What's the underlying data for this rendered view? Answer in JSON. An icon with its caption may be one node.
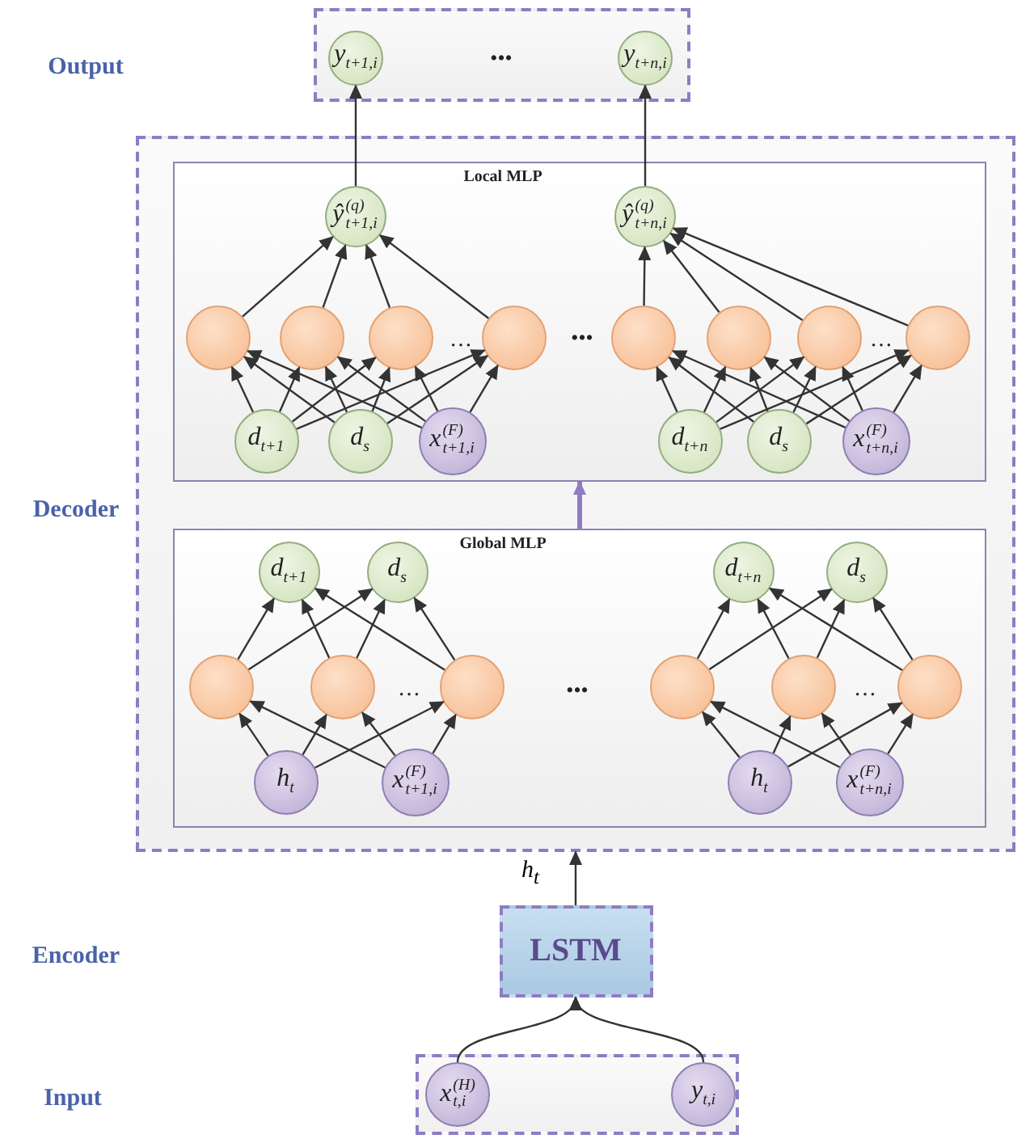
{
  "diagram": {
    "nodes": [
      {
        "text": [],
        "shape": "box"
      },
      {
        "text": [
          "y$_{t+1,i}$"
        ],
        "in": 0
      },
      {
        "text": [
          "y$_{t+n,i}$"
        ],
        "in": 0
      },
      {
        "text": [],
        "shape": "box"
      },
      {
        "text": [
          "Local MLP"
        ],
        "in": 3
      },
      {
        "text": [
          "ŷ$^{(q)}$$_{t+1,i}$"
        ],
        "in": 4
      },
      {
        "text": [
          "ŷ$^{(q)}$$_{t+n,i}$"
        ],
        "in": 4
      },
      {
        "text": [],
        "shape": "circle",
        "in": 4
      },
      {
        "text": [],
        "shape": "circle",
        "in": 4
      },
      {
        "text": [],
        "shape": "circle",
        "in": 4
      },
      {
        "text": [],
        "shape": "circle",
        "in": 4
      },
      {
        "text": [],
        "shape": "circle",
        "in": 4
      },
      {
        "text": [],
        "shape": "circle",
        "in": 4
      },
      {
        "text": [],
        "shape": "circle",
        "in": 4
      },
      {
        "text": [],
        "shape": "circle",
        "in": 4
      },
      {
        "text": [
          "d$_{t+1}$"
        ],
        "in": 4
      },
      {
        "text": [
          "d$_{s}$"
        ],
        "in": 4
      },
      {
        "text": [
          "x$^{(F)}$$_{t+1,i}$"
        ],
        "in": 4
      },
      {
        "text": [
          "d$_{t+n}$"
        ],
        "in": 4
      },
      {
        "text": [
          "d$_{s}$"
        ],
        "in": 4
      },
      {
        "text": [
          "x$^{(F)}$$_{t+n,i}$"
        ],
        "in": 4
      },
      {
        "text": [
          "Global MLP"
        ],
        "in": 3
      },
      {
        "text": [
          "d$_{t+1}$"
        ],
        "in": 21
      },
      {
        "text": [
          "d$_{s}$"
        ],
        "in": 21
      },
      {
        "text": [
          "d$_{t+n}$"
        ],
        "in": 21
      },
      {
        "text": [
          "d$_{s}$"
        ],
        "in": 21
      },
      {
        "text": [],
        "shape": "circle",
        "in": 21
      },
      {
        "text": [],
        "shape": "circle",
        "in": 21
      },
      {
        "text": [],
        "shape": "circle",
        "in": 21
      },
      {
        "text": [],
        "shape": "circle",
        "in": 21
      },
      {
        "text": [],
        "shape": "circle",
        "in": 21
      },
      {
        "text": [],
        "shape": "circle",
        "in": 21
      },
      {
        "text": [
          "h$_{t}$"
        ],
        "in": 21
      },
      {
        "text": [
          "x$^{(F)}$$_{t+1,i}$"
        ],
        "in": 21
      },
      {
        "text": [
          "h$_{t}$"
        ],
        "in": 21
      },
      {
        "text": [
          "x$^{(F)}$$_{t+n,i}$"
        ],
        "in": 21
      },
      {
        "text": [
          "LSTM"
        ]
      },
      {
        "text": [],
        "shape": "box"
      },
      {
        "text": [
          "x$^{(H)}$$_{t,i}$"
        ],
        "in": 37
      },
      {
        "text": [
          "y$_{t,i}$"
        ],
        "in": 37
      }
    ],
    "edges": [
      {
        "from": 15,
        "to": 7,
        "arrow": "to"
      },
      {
        "from": 15,
        "to": 8,
        "arrow": "to"
      },
      {
        "from": 15,
        "to": 9,
        "arrow": "to"
      },
      {
        "from": 15,
        "to": 10,
        "arrow": "to"
      },
      {
        "from": 16,
        "to": 7,
        "arrow": "to"
      },
      {
        "from": 16,
        "to": 8,
        "arrow": "to"
      },
      {
        "from": 16,
        "to": 9,
        "arrow": "to"
      },
      {
        "from": 16,
        "to": 10,
        "arrow": "to"
      },
      {
        "from": 17,
        "to": 7,
        "arrow": "to"
      },
      {
        "from": 17,
        "to": 8,
        "arrow": "to"
      },
      {
        "from": 17,
        "to": 9,
        "arrow": "to"
      },
      {
        "from": 17,
        "to": 10,
        "arrow": "to"
      },
      {
        "from": 7,
        "to": 5,
        "arrow": "to"
      },
      {
        "from": 8,
        "to": 5,
        "arrow": "to"
      },
      {
        "from": 9,
        "to": 5,
        "arrow": "to"
      },
      {
        "from": 10,
        "to": 5,
        "arrow": "to"
      },
      {
        "from": 18,
        "to": 11,
        "arrow": "to"
      },
      {
        "from": 18,
        "to": 12,
        "arrow": "to"
      },
      {
        "from": 18,
        "to": 13,
        "arrow": "to"
      },
      {
        "from": 18,
        "to": 14,
        "arrow": "to"
      },
      {
        "from": 19,
        "to": 11,
        "arrow": "to"
      },
      {
        "from": 19,
        "to": 12,
        "arrow": "to"
      },
      {
        "from": 19,
        "to": 13,
        "arrow": "to"
      },
      {
        "from": 19,
        "to": 14,
        "arrow": "to"
      },
      {
        "from": 20,
        "to": 11,
        "arrow": "to"
      },
      {
        "from": 20,
        "to": 12,
        "arrow": "to"
      },
      {
        "from": 20,
        "to": 13,
        "arrow": "to"
      },
      {
        "from": 20,
        "to": 14,
        "arrow": "to"
      },
      {
        "from": 11,
        "to": 6,
        "arrow": "to"
      },
      {
        "from": 12,
        "to": 6,
        "arrow": "to"
      },
      {
        "from": 13,
        "to": 6,
        "arrow": "to"
      },
      {
        "from": 14,
        "to": 6,
        "arrow": "to"
      },
      {
        "from": 32,
        "to": 26,
        "arrow": "to"
      },
      {
        "from": 32,
        "to": 27,
        "arrow": "to"
      },
      {
        "from": 32,
        "to": 28,
        "arrow": "to"
      },
      {
        "from": 33,
        "to": 26,
        "arrow": "to"
      },
      {
        "from": 33,
        "to": 27,
        "arrow": "to"
      },
      {
        "from": 33,
        "to": 28,
        "arrow": "to"
      },
      {
        "from": 26,
        "to": 22,
        "arrow": "to"
      },
      {
        "from": 26,
        "to": 23,
        "arrow": "to"
      },
      {
        "from": 27,
        "to": 22,
        "arrow": "to"
      },
      {
        "from": 27,
        "to": 23,
        "arrow": "to"
      },
      {
        "from": 28,
        "to": 22,
        "arrow": "to"
      },
      {
        "from": 28,
        "to": 23,
        "arrow": "to"
      },
      {
        "from": 34,
        "to": 29,
        "arrow": "to"
      },
      {
        "from": 34,
        "to": 30,
        "arrow": "to"
      },
      {
        "from": 34,
        "to": 31,
        "arrow": "to"
      },
      {
        "from": 35,
        "to": 29,
        "arrow": "to"
      },
      {
        "from": 35,
        "to": 30,
        "arrow": "to"
      },
      {
        "from": 35,
        "to": 31,
        "arrow": "to"
      },
      {
        "from": 29,
        "to": 24,
        "arrow": "to"
      },
      {
        "from": 29,
        "to": 25,
        "arrow": "to"
      },
      {
        "from": 30,
        "to": 24,
        "arrow": "to"
      },
      {
        "from": 30,
        "to": 25,
        "arrow": "to"
      },
      {
        "from": 31,
        "to": 24,
        "arrow": "to"
      },
      {
        "from": 31,
        "to": 25,
        "arrow": "to"
      },
      {
        "from": 5,
        "to": 1,
        "arrow": "to"
      },
      {
        "from": 6,
        "to": 2,
        "arrow": "to"
      },
      {
        "from": 21,
        "to": 4,
        "arrow": "to",
        "style": "thick",
        "color": "#8e7cc3"
      },
      {
        "from": 36,
        "to": 3,
        "arrow": "to",
        "label": "h$_{t}$"
      },
      {
        "from": 38,
        "to": 36,
        "arrow": "to"
      },
      {
        "from": 39,
        "to": 36,
        "arrow": "to"
      }
    ],
    "labels": [
      "Output",
      "•••",
      "…",
      "•••",
      "…",
      "Decoder",
      "…",
      "•••",
      "…",
      "Encoder",
      "Input"
    ]
  }
}
